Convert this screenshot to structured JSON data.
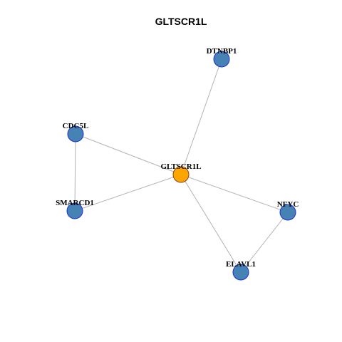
{
  "title": "GLTSCR1L",
  "colors": {
    "center_fill": "#FFA500",
    "center_stroke": "#8B4513",
    "neighbor_fill": "#4682B4",
    "neighbor_stroke": "#1E2FD6",
    "edge": "#B3B3B3"
  },
  "nodes": [
    {
      "id": "GLTSCR1L",
      "label": "GLTSCR1L",
      "type": "center"
    },
    {
      "id": "DTNBP1",
      "label": "DTNBP1",
      "type": "neighbor"
    },
    {
      "id": "CDC5L",
      "label": "CDC5L",
      "type": "neighbor"
    },
    {
      "id": "SMARCD1",
      "label": "SMARCD1",
      "type": "neighbor"
    },
    {
      "id": "NFYC",
      "label": "NFYC",
      "type": "neighbor"
    },
    {
      "id": "ELAVL1",
      "label": "ELAVL1",
      "type": "neighbor"
    }
  ],
  "edges": [
    {
      "source": "GLTSCR1L",
      "target": "DTNBP1"
    },
    {
      "source": "GLTSCR1L",
      "target": "CDC5L"
    },
    {
      "source": "GLTSCR1L",
      "target": "SMARCD1"
    },
    {
      "source": "GLTSCR1L",
      "target": "NFYC"
    },
    {
      "source": "GLTSCR1L",
      "target": "ELAVL1"
    },
    {
      "source": "CDC5L",
      "target": "SMARCD1"
    },
    {
      "source": "NFYC",
      "target": "ELAVL1"
    }
  ]
}
